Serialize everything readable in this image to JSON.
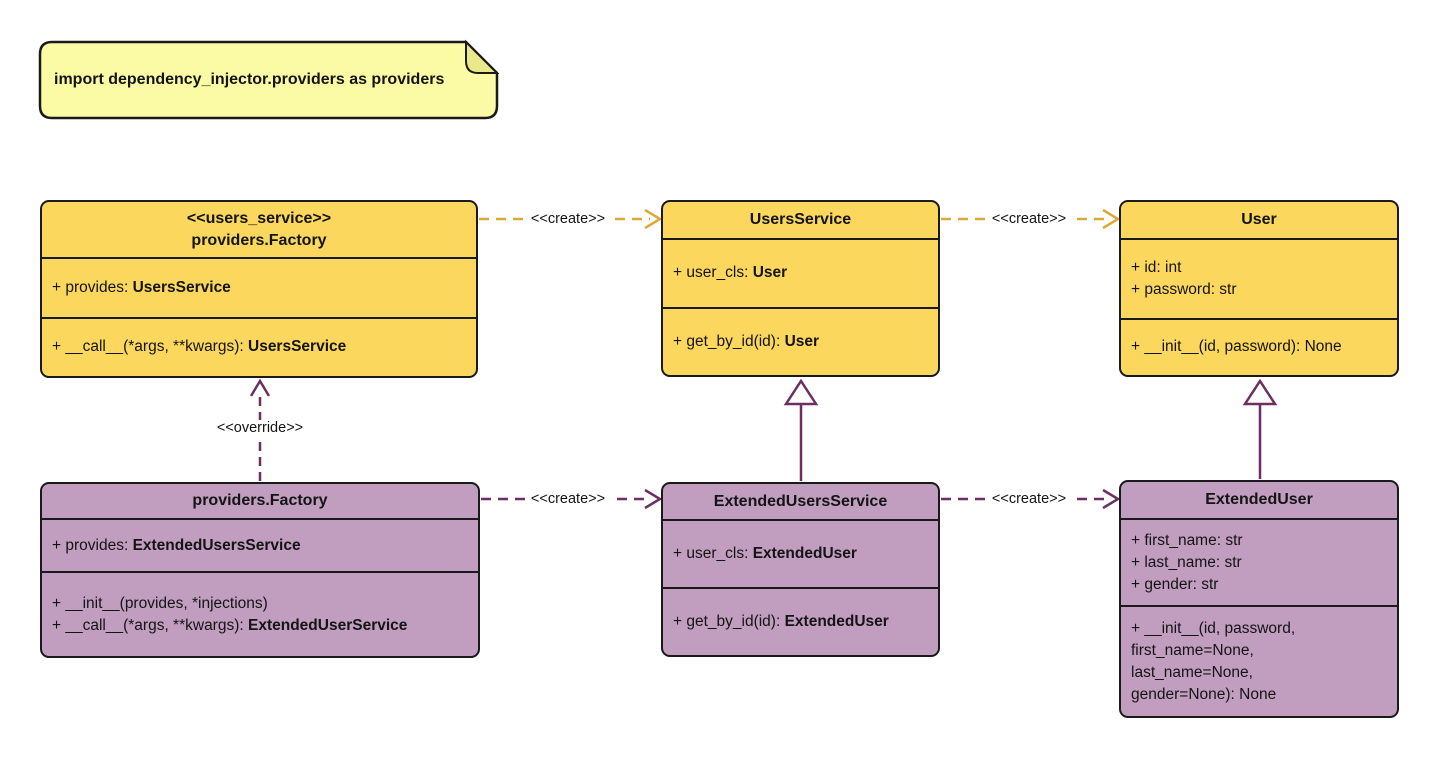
{
  "note": {
    "text": "import dependency_injector.providers as providers"
  },
  "edge_labels": {
    "create": "<<create>>",
    "override": "<<override>>"
  },
  "classes": {
    "factory_users": {
      "stereotype": "<<users_service>>",
      "name": "providers.Factory",
      "attributes": [
        {
          "text": "+ provides: ",
          "type": "UsersService"
        }
      ],
      "methods": [
        {
          "text": "+ __call__(*args, **kwargs): ",
          "type": "UsersService"
        }
      ]
    },
    "users_service": {
      "name": "UsersService",
      "attributes": [
        {
          "text": "+ user_cls: ",
          "type": "User"
        }
      ],
      "methods": [
        {
          "text": "+ get_by_id(id): ",
          "type": "User"
        }
      ]
    },
    "user": {
      "name": "User",
      "attributes": [
        {
          "text": "+ id: int"
        },
        {
          "text": "+ password: str"
        }
      ],
      "methods": [
        {
          "text": "+ __init__(id, password): None"
        }
      ]
    },
    "factory_extended": {
      "name": "providers.Factory",
      "attributes": [
        {
          "text": "+ provides: ",
          "type": "ExtendedUsersService"
        }
      ],
      "methods": [
        {
          "text": "+ __init__(provides, *injections)"
        },
        {
          "text": "+ __call__(*args, **kwargs): ",
          "type": "ExtendedUserService"
        }
      ]
    },
    "extended_users_service": {
      "name": "ExtendedUsersService",
      "attributes": [
        {
          "text": "+ user_cls: ",
          "type": "ExtendedUser"
        }
      ],
      "methods": [
        {
          "text": "+ get_by_id(id): ",
          "type": "ExtendedUser"
        }
      ]
    },
    "extended_user": {
      "name": "ExtendedUser",
      "attributes": [
        {
          "text": "+ first_name: str"
        },
        {
          "text": "+ last_name: str"
        },
        {
          "text": "+ gender: str"
        }
      ],
      "methods": [
        {
          "text": "+ __init__(id, password,"
        },
        {
          "text": "first_name=None,"
        },
        {
          "text": "last_name=None,"
        },
        {
          "text": "gender=None): None"
        }
      ]
    }
  },
  "colors": {
    "class_yellow_fill": "#FBD75E",
    "class_purple_fill": "#C19DC0",
    "note_fill": "#FBFBA5",
    "note_fold": "#E9E98B",
    "edge_yellow": "#DCA938",
    "edge_purple": "#6B2F62",
    "border": "#1A1A1A"
  }
}
